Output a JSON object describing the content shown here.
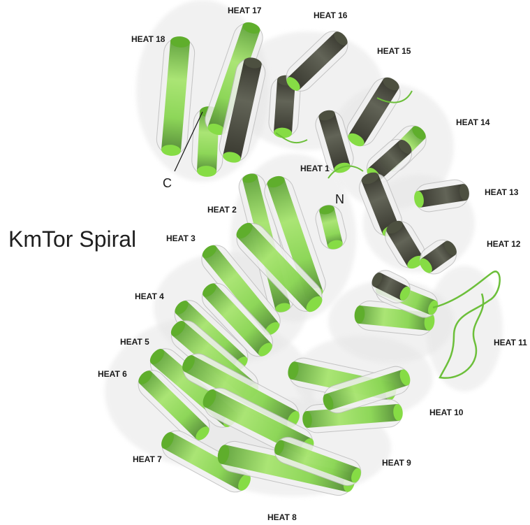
{
  "figure": {
    "title": "KmTor Spiral",
    "terminus_n": "N",
    "terminus_c": "C",
    "helix_color": "#76d13a",
    "helix_dark": "#3b3b2e",
    "density_color": "#d9d9d9",
    "heat_labels": [
      "HEAT 1",
      "HEAT 2",
      "HEAT 3",
      "HEAT 4",
      "HEAT 5",
      "HEAT 6",
      "HEAT 7",
      "HEAT 8",
      "HEAT 9",
      "HEAT 10",
      "HEAT 11",
      "HEAT 12",
      "HEAT 13",
      "HEAT 14",
      "HEAT 15",
      "HEAT 16",
      "HEAT 17",
      "HEAT 18"
    ]
  }
}
